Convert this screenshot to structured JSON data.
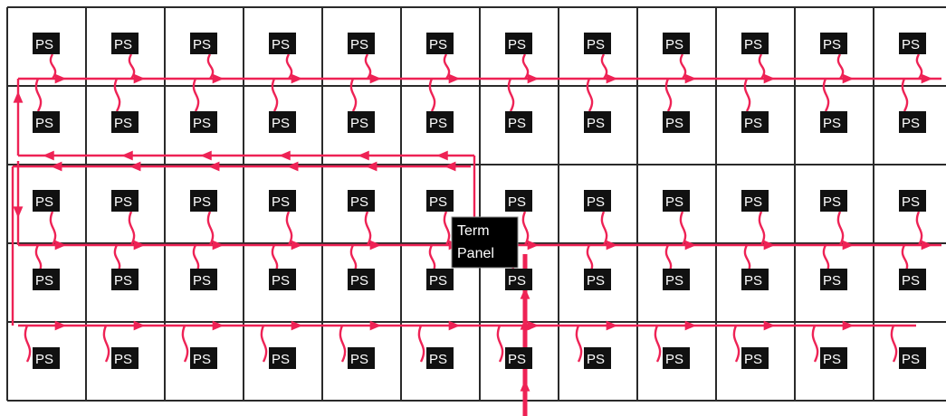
{
  "diagram": {
    "rows": 5,
    "cols": 12,
    "cell_label": "PS",
    "terminal": {
      "line1": "Term",
      "line2": "Panel",
      "row": 3,
      "col": 6
    },
    "colors": {
      "grid": "#2a2a2a",
      "route": "#ee2255",
      "panel": "#111111",
      "panel_text": "#ffffff",
      "background": "#ffffff"
    }
  }
}
